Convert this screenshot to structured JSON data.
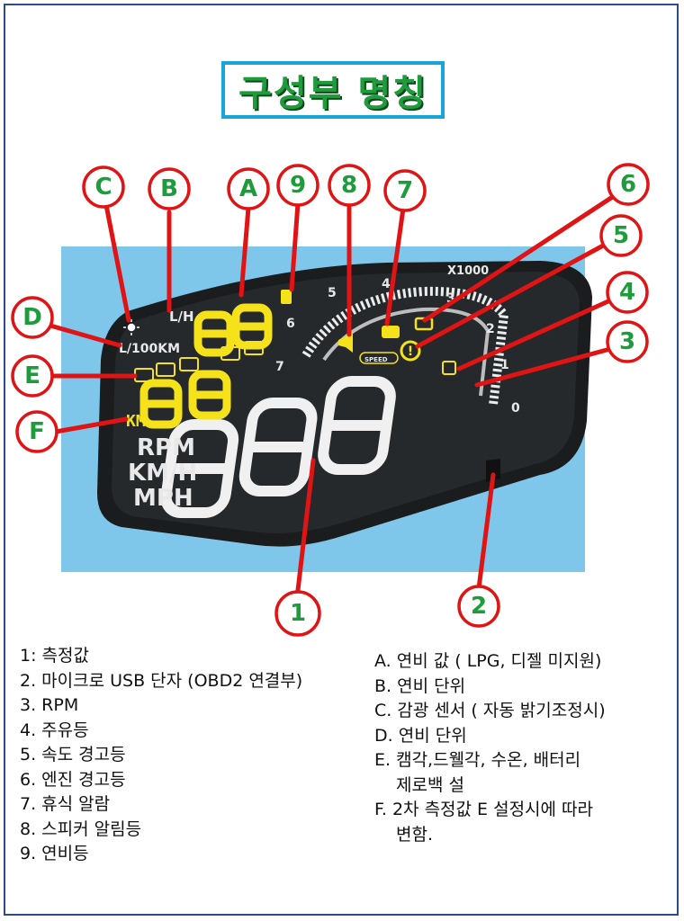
{
  "title": "구성부 명칭",
  "display": {
    "labels": {
      "l_per_h": "L/H",
      "l_per_100km": "L/100KM",
      "km": "KM",
      "rpm": "RPM",
      "kmh": "KM/H",
      "mph": "MPH",
      "x1000": "X1000",
      "speed": "SPEED"
    },
    "ticks": [
      "0",
      "1",
      "2",
      "3",
      "4",
      "5",
      "6",
      "7"
    ]
  },
  "callouts": [
    "1",
    "2",
    "3",
    "4",
    "5",
    "6",
    "7",
    "8",
    "9",
    "A",
    "B",
    "C",
    "D",
    "E",
    "F"
  ],
  "legend_left": [
    "1:  측정값",
    "2. 마이크로 USB 단자 (OBD2 연결부)",
    "3. RPM",
    "4. 주유등",
    "5. 속도 경고등",
    "6. 엔진 경고등",
    "7. 휴식 알람",
    "8. 스피커 알림등",
    "9. 연비등"
  ],
  "legend_right": [
    "A. 연비 값 ( LPG, 디젤 미지원)",
    "B.  연비 단위",
    "C.   감광 센서 ( 자동 밝기조정시)",
    "D.  연비 단위",
    "E. 캠각,드웰각, 수온, 배터리",
    "제로백 설",
    "F. 2차 측정값 E 설정시에 따라",
    "변함."
  ],
  "colors": {
    "callout_stroke": "#e01414",
    "callout_text": "#1e9c3c",
    "title_border": "#19a6d6",
    "background_photo": "#7ec6ea",
    "display_yellow": "#f5e21a"
  }
}
